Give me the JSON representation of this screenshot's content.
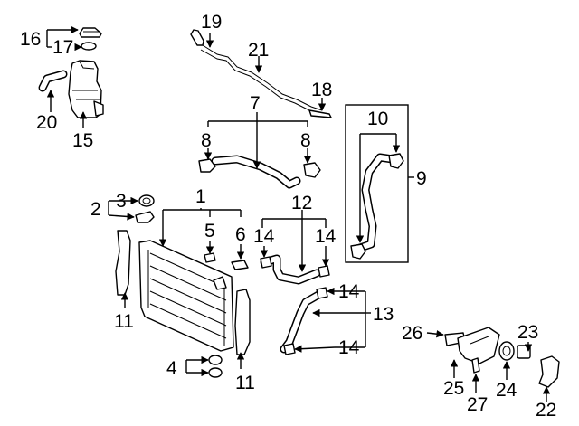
{
  "callouts": {
    "c1": "1",
    "c2": "2",
    "c3": "3",
    "c4": "4",
    "c5": "5",
    "c6": "6",
    "c7": "7",
    "c8a": "8",
    "c8b": "8",
    "c9": "9",
    "c10": "10",
    "c11a": "11",
    "c11b": "11",
    "c12": "12",
    "c13": "13",
    "c14a": "14",
    "c14b": "14",
    "c14c": "14",
    "c14d": "14",
    "c15": "15",
    "c16": "16",
    "c17": "17",
    "c18": "18",
    "c19": "19",
    "c20": "20",
    "c21": "21",
    "c22": "22",
    "c23": "23",
    "c24": "24",
    "c25": "25",
    "c26": "26",
    "c27": "27"
  }
}
